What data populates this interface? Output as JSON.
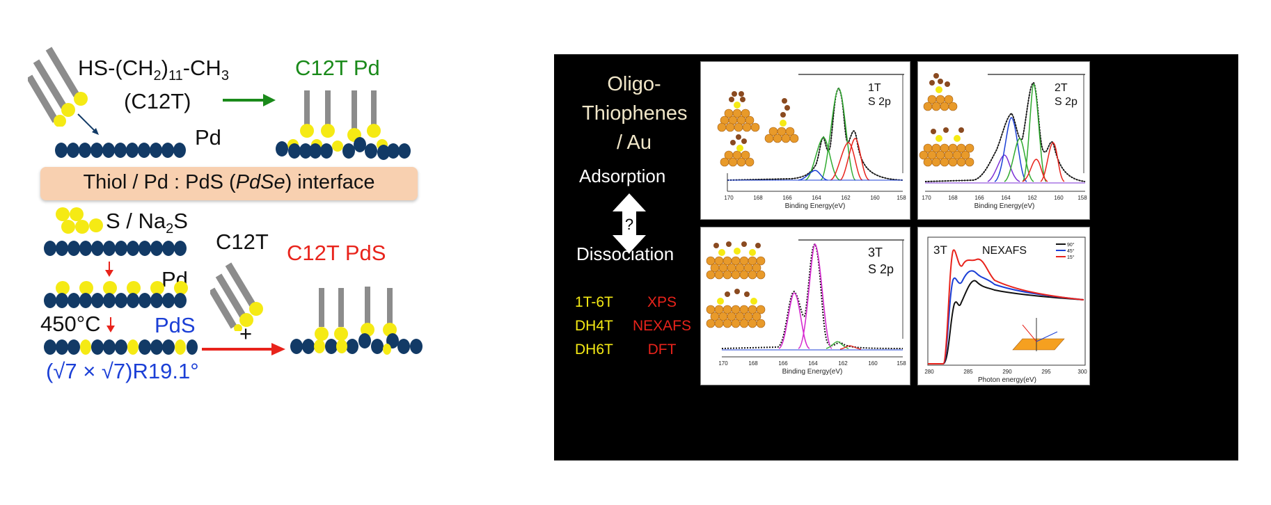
{
  "left": {
    "thiol_formula_pre": "HS-(CH",
    "thiol_formula_sub1": "2",
    "thiol_formula_mid": ")",
    "thiol_formula_sub2": "11",
    "thiol_formula_post": "-CH",
    "thiol_formula_sub3": "3",
    "thiol_abbrev": "(C12T)",
    "pd_label_top": "Pd",
    "product_top": "C12T Pd",
    "banner_pre": "Thiol / Pd : PdS (",
    "banner_italic": "PdSe",
    "banner_post": ") interface",
    "sulfur_source_pre": "S / Na",
    "sulfur_source_sub": "2",
    "sulfur_source_post": "S",
    "pd_label_mid": "Pd",
    "temperature": "450°C",
    "pds_label": "PdS",
    "reconstruction": "(√7 × √7)R19.1°",
    "c12t_label": "C12T",
    "plus": "+",
    "product_bottom": "C12T PdS",
    "colors": {
      "green": "#1a8a1a",
      "red": "#e8231b",
      "blue": "#1b3fd6",
      "navy": "#123a66",
      "yellow": "#f5ea14",
      "banner": "#f8d0b0"
    }
  },
  "right": {
    "title_line1": "Oligo-",
    "title_line2": "Thiophenes",
    "title_line3": "/ Au",
    "adsorption": "Adsorption",
    "question": "?",
    "dissociation": "Dissociation",
    "molecules": [
      "1T-6T",
      "DH4T",
      "DH6T"
    ],
    "methods": [
      "XPS",
      "NEXAFS",
      "DFT"
    ],
    "xps_xlabel": "Binding Energy(eV)",
    "xps_ticks": [
      "170",
      "168",
      "166",
      "164",
      "162",
      "160",
      "158"
    ],
    "panel_1t": {
      "l1": "1T",
      "l2": "S 2p"
    },
    "panel_2t": {
      "l1": "2T",
      "l2": "S 2p"
    },
    "panel_3t": {
      "l1": "3T",
      "l2": "S 2p"
    },
    "nexafs": {
      "sample": "3T",
      "title": "NEXAFS",
      "xlabel": "Photon energy(eV)",
      "ticks": [
        "280",
        "285",
        "290",
        "295",
        "300"
      ],
      "legend": [
        "90°",
        "45°",
        "15°"
      ]
    }
  }
}
